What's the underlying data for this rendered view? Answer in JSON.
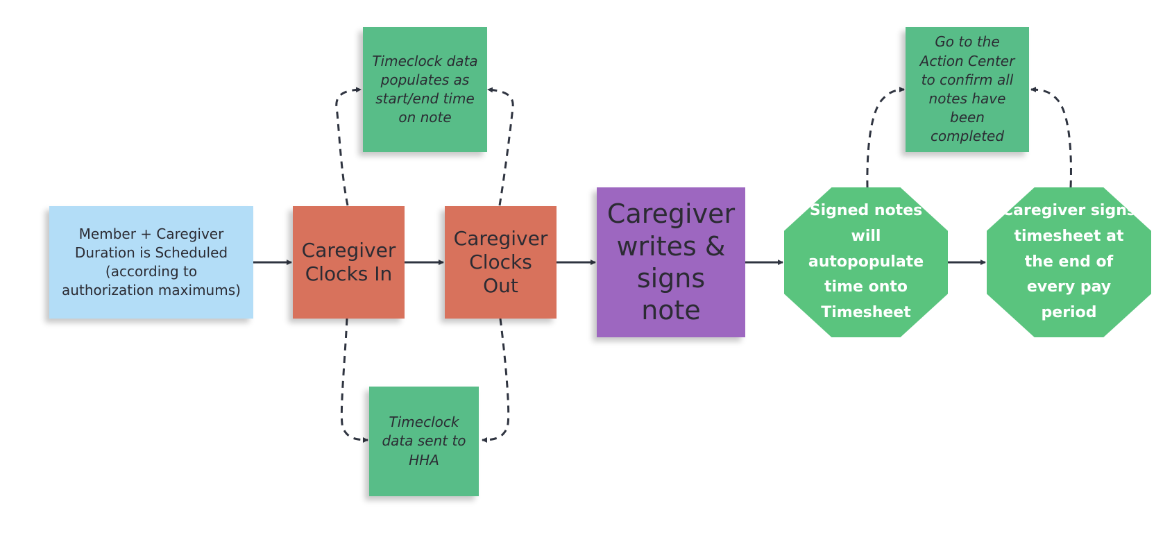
{
  "nodes": {
    "scheduled": "Member + Caregiver Duration is Scheduled (according to authorization maximums)",
    "clock_in": "Caregiver Clocks In",
    "clock_out": "Caregiver Clocks Out",
    "writes_note": "Caregiver writes & signs note",
    "autopopulate": "Signed notes will autopopulate time onto Timesheet",
    "signs_timesheet": "Caregiver signs timesheet at the end of every pay period",
    "timeclock_start_end": "Timeclock data populates as start/end time on note",
    "timeclock_hha": "Timeclock data sent to HHA",
    "action_center": "Go to the Action Center to confirm all notes have been completed"
  },
  "colors": {
    "blue_sticky": "#b3ddf7",
    "orange_sticky": "#d8725c",
    "purple_sticky": "#9d67c0",
    "green_sticky": "#58bd88",
    "green_octagon": "#5ac47e",
    "connector": "#2f3440"
  }
}
